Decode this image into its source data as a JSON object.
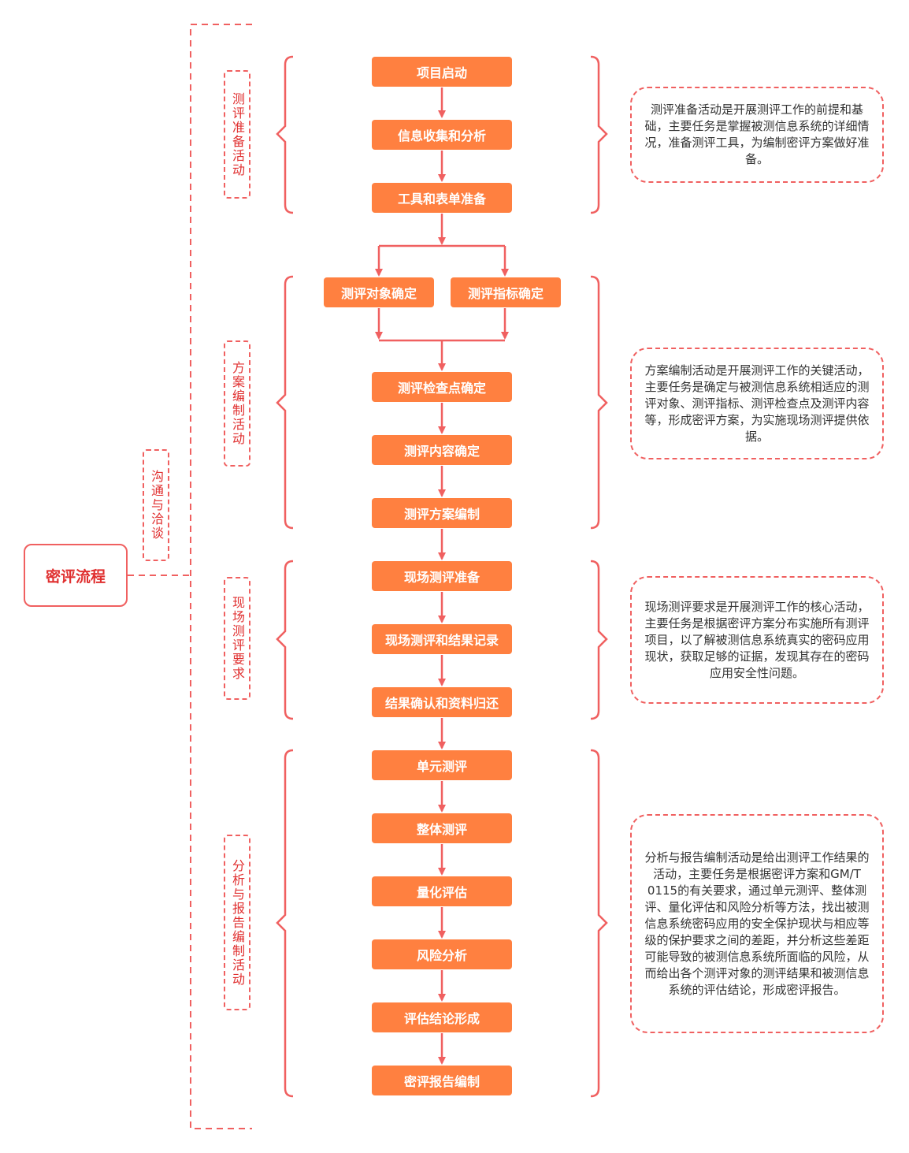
{
  "root": "密评流程",
  "communication": "沟通与洽谈",
  "phases": [
    {
      "name": "测评准备活动",
      "steps": [
        "项目启动",
        "信息收集和分析",
        "工具和表单准备"
      ],
      "description": "测评准备活动是开展测评工作的前提和基础，主要任务是掌握被测信息系统的详细情况，准备测评工具，为编制密评方案做好准备。"
    },
    {
      "name": "方案编制活动",
      "parallel_steps": [
        "测评对象确定",
        "测评指标确定"
      ],
      "steps": [
        "测评检查点确定",
        "测评内容确定",
        "测评方案编制"
      ],
      "description": "方案编制活动是开展测评工作的关键活动，主要任务是确定与被测信息系统相适应的测评对象、测评指标、测评检查点及测评内容等，形成密评方案，为实施现场测评提供依据。"
    },
    {
      "name": "现场测评要求",
      "steps": [
        "现场测评准备",
        "现场测评和结果记录",
        "结果确认和资料归还"
      ],
      "description": "现场测评要求是开展测评工作的核心活动，主要任务是根据密评方案分布实施所有测评项目，以了解被测信息系统真实的密码应用现状，获取足够的证据，发现其存在的密码应用安全性问题。"
    },
    {
      "name": "分析与报告编制活动",
      "steps": [
        "单元测评",
        "整体测评",
        "量化评估",
        "风险分析",
        "评估结论形成",
        "密评报告编制"
      ],
      "description": "分析与报告编制活动是给出测评工作结果的活动，主要任务是根据密评方案和GM/T 0115的有关要求，通过单元测评、整体测评、量化评估和风险分析等方法，找出被测信息系统密码应用的安全保护现状与相应等级的保护要求之间的差距，并分析这些差距可能导致的被测信息系统所面临的风险，从而给出各个测评对象的测评结果和被测信息系统的评估结论，形成密评报告。"
    }
  ],
  "colors": {
    "step_fill": "#ff8040",
    "line": "#f06060",
    "accent_text": "#e03030"
  }
}
